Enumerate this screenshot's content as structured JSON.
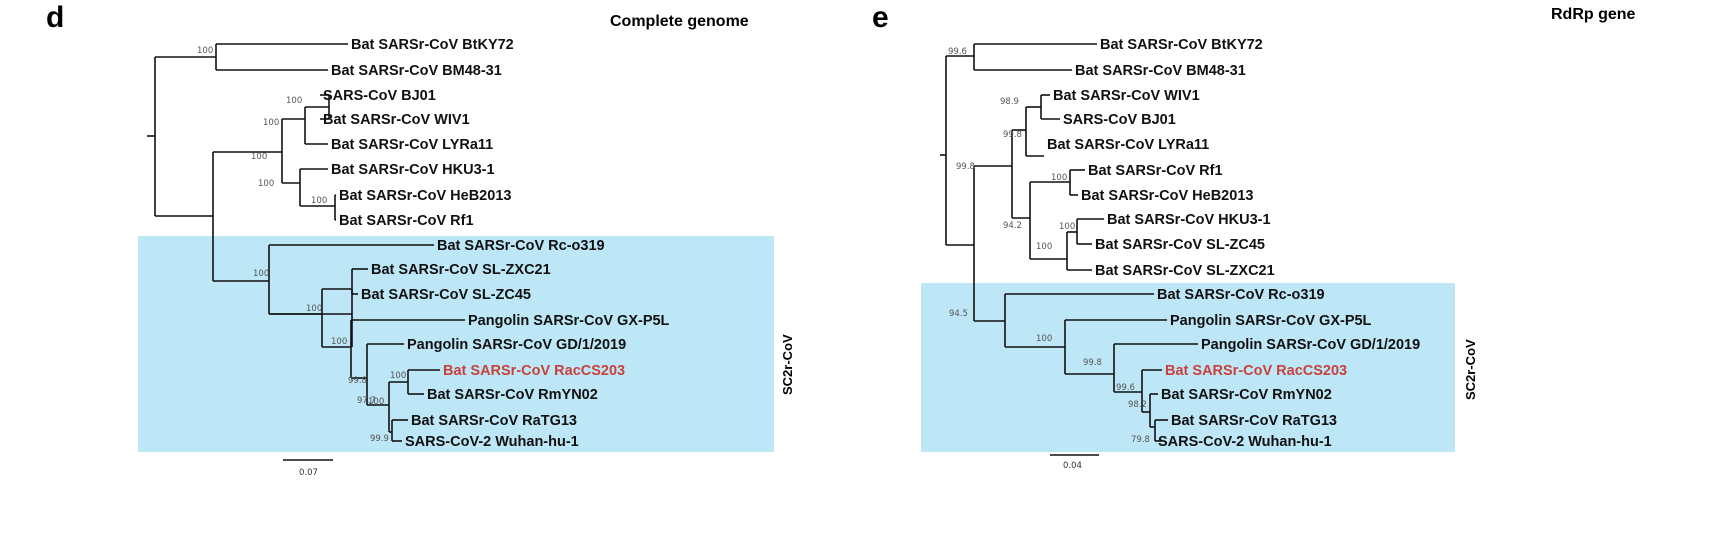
{
  "figure": {
    "panels": [
      {
        "id": "d",
        "letter": "d",
        "title": "Complete genome",
        "clade_label": "SC2r-CoV",
        "scale_bar_label": "0.07",
        "highlight_color": "#c8423b",
        "clade_color": "#bde6f6",
        "leaves": [
          {
            "name": "Bat SARSr-CoV BtKY72",
            "highlight": false
          },
          {
            "name": "Bat SARSr-CoV BM48-31",
            "highlight": false
          },
          {
            "name": "SARS-CoV BJ01",
            "highlight": false
          },
          {
            "name": "Bat SARSr-CoV WIV1",
            "highlight": false
          },
          {
            "name": "Bat SARSr-CoV LYRa11",
            "highlight": false
          },
          {
            "name": "Bat SARSr-CoV HKU3-1",
            "highlight": false
          },
          {
            "name": "Bat SARSr-CoV HeB2013",
            "highlight": false
          },
          {
            "name": "Bat SARSr-CoV Rf1",
            "highlight": false
          },
          {
            "name": "Bat SARSr-CoV Rc-o319",
            "highlight": false
          },
          {
            "name": "Bat SARSr-CoV SL-ZXC21",
            "highlight": false
          },
          {
            "name": "Bat SARSr-CoV SL-ZC45",
            "highlight": false
          },
          {
            "name": "Pangolin SARSr-CoV GX-P5L",
            "highlight": false
          },
          {
            "name": "Pangolin SARSr-CoV GD/1/2019",
            "highlight": false
          },
          {
            "name": "Bat SARSr-CoV RacCS203",
            "highlight": true
          },
          {
            "name": "Bat SARSr-CoV RmYN02",
            "highlight": false
          },
          {
            "name": "Bat SARSr-CoV RaTG13",
            "highlight": false
          },
          {
            "name": "SARS-CoV-2 Wuhan-hu-1",
            "highlight": false
          }
        ],
        "support_values": [
          "100",
          "100",
          "100",
          "100",
          "100",
          "100",
          "100",
          "100",
          "100",
          "99.8",
          "97.7",
          "100",
          "100",
          "99.9"
        ]
      },
      {
        "id": "e",
        "letter": "e",
        "title": "RdRp gene",
        "clade_label": "SC2r-CoV",
        "scale_bar_label": "0.04",
        "highlight_color": "#c8423b",
        "clade_color": "#bde6f6",
        "leaves": [
          {
            "name": "Bat SARSr-CoV BtKY72",
            "highlight": false
          },
          {
            "name": "Bat SARSr-CoV BM48-31",
            "highlight": false
          },
          {
            "name": "Bat SARSr-CoV WIV1",
            "highlight": false
          },
          {
            "name": "SARS-CoV BJ01",
            "highlight": false
          },
          {
            "name": "Bat SARSr-CoV LYRa11",
            "highlight": false
          },
          {
            "name": "Bat SARSr-CoV Rf1",
            "highlight": false
          },
          {
            "name": "Bat SARSr-CoV HeB2013",
            "highlight": false
          },
          {
            "name": "Bat SARSr-CoV HKU3-1",
            "highlight": false
          },
          {
            "name": "Bat SARSr-CoV SL-ZC45",
            "highlight": false
          },
          {
            "name": "Bat SARSr-CoV SL-ZXC21",
            "highlight": false
          },
          {
            "name": "Bat SARSr-CoV Rc-o319",
            "highlight": false
          },
          {
            "name": "Pangolin SARSr-CoV GX-P5L",
            "highlight": false
          },
          {
            "name": "Pangolin SARSr-CoV GD/1/2019",
            "highlight": false
          },
          {
            "name": "Bat SARSr-CoV RacCS203",
            "highlight": true
          },
          {
            "name": "Bat SARSr-CoV RmYN02",
            "highlight": false
          },
          {
            "name": "Bat SARSr-CoV RaTG13",
            "highlight": false
          },
          {
            "name": "SARS-CoV-2 Wuhan-hu-1",
            "highlight": false
          }
        ],
        "support_values": [
          "99.6",
          "98.9",
          "99.8",
          "99.8",
          "100",
          "94.2",
          "100",
          "100",
          "94.5",
          "100",
          "99.8",
          "99.6",
          "98.2",
          "79.8"
        ]
      }
    ]
  }
}
